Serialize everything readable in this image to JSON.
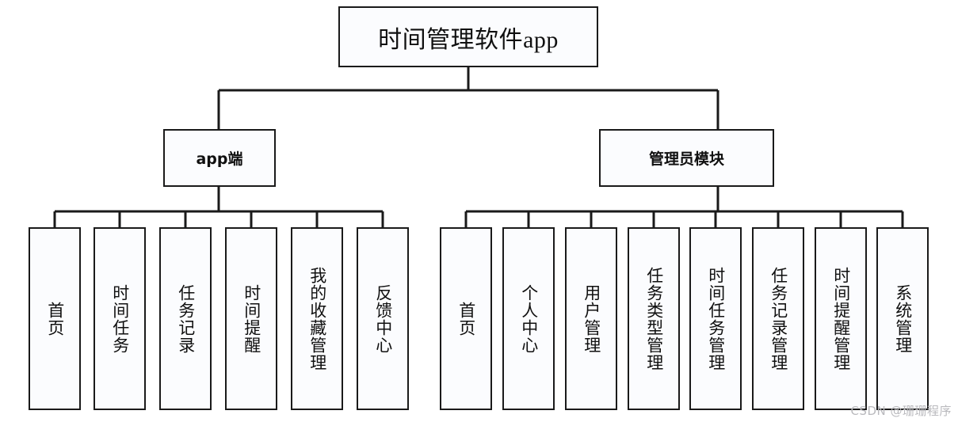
{
  "diagram": {
    "title": "时间管理软件app",
    "type": "org-tree",
    "root": {
      "label": "时间管理软件app"
    },
    "branches": [
      {
        "label": "app端"
      },
      {
        "label": "管理员模块"
      }
    ],
    "app_leaves": [
      {
        "label": "首页"
      },
      {
        "label": "时间任务"
      },
      {
        "label": "任务记录"
      },
      {
        "label": "时间提醒"
      },
      {
        "label": "我的收藏管理"
      },
      {
        "label": "反馈中心"
      }
    ],
    "admin_leaves": [
      {
        "label": "首页"
      },
      {
        "label": "个人中心"
      },
      {
        "label": "用户管理"
      },
      {
        "label": "任务类型管理"
      },
      {
        "label": "时间任务管理"
      },
      {
        "label": "任务记录管理"
      },
      {
        "label": "时间提醒管理"
      },
      {
        "label": "系统管理"
      }
    ],
    "watermark": "CSDN @珊珊程序",
    "colors": {
      "line": "#1a1a1a",
      "box_fill": "#fbfcfe",
      "box_border": "#1a1a1a",
      "text": "#101010",
      "watermark": "#b9b9bd"
    }
  }
}
